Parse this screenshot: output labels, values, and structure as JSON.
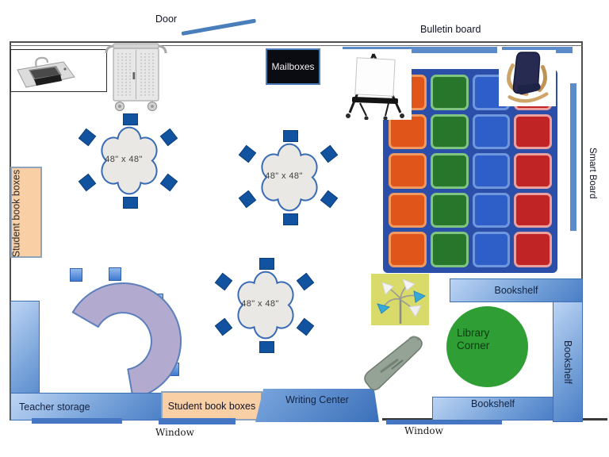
{
  "labels": {
    "door": "Door",
    "bulletin_board": "Bulletin board",
    "mailboxes": "Mailboxes",
    "smart_board": "Smart Board",
    "student_book_boxes_left": "Student book boxes",
    "teacher_storage": "Teacher storage",
    "student_book_boxes_bottom": "Student book boxes",
    "writing_center": "Writing Center",
    "bookshelf_top": "Bookshelf",
    "bookshelf_right": "Bookshelf",
    "bookshelf_bottom": "Bookshelf",
    "library_corner": "Library Corner",
    "window_left": "Window",
    "window_right": "Window"
  },
  "tables": [
    {
      "id": "table-1",
      "label": "48\" x 48\"",
      "seats": 6
    },
    {
      "id": "table-2",
      "label": "48\" x 48\"",
      "seats": 6
    },
    {
      "id": "table-3",
      "label": "48\" x 48\"",
      "seats": 6
    }
  ],
  "rug": {
    "rows": 5,
    "background": "#2b4fa8",
    "columns": [
      {
        "name": "orange",
        "fill": "#e0551a",
        "border": "#f09a62"
      },
      {
        "name": "green",
        "fill": "#28762c",
        "border": "#7fc481"
      },
      {
        "name": "blue",
        "fill": "#2e5ec8",
        "border": "#6f97de"
      },
      {
        "name": "red",
        "fill": "#c12424",
        "border": "#eb9f9f"
      }
    ]
  },
  "icons": {
    "sink": "sink-icon",
    "laptop_cart": "laptop-cart-icon",
    "easel": "whiteboard-easel-icon",
    "lounge_chair": "lounge-chair-icon",
    "floor_lamp": "floor-lamp-icon",
    "bean_bag": "bean-bag-lounger-icon"
  },
  "colors": {
    "bar_blue": "#5b8bc9",
    "window_blue": "#4576c4",
    "bookshelf_gradient_light": "#bcd4f4",
    "bookshelf_gradient_dark": "#4a7ec6",
    "peach": "#f9cfa6",
    "library_green": "#2f9e35",
    "chair_blue": "#12539f",
    "crescent_purple": "#b3aacf",
    "table_fill": "#e9e8e4"
  }
}
